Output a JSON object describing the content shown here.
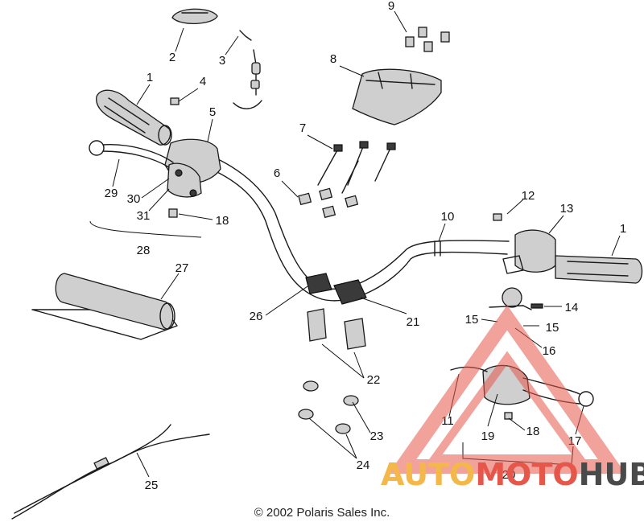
{
  "diagram": {
    "callouts": [
      {
        "id": "c1a",
        "label": "1"
      },
      {
        "id": "c2",
        "label": "2"
      },
      {
        "id": "c3",
        "label": "3"
      },
      {
        "id": "c4",
        "label": "4"
      },
      {
        "id": "c5",
        "label": "5"
      },
      {
        "id": "c6",
        "label": "6"
      },
      {
        "id": "c7",
        "label": "7"
      },
      {
        "id": "c8",
        "label": "8"
      },
      {
        "id": "c9",
        "label": "9"
      },
      {
        "id": "c10",
        "label": "10"
      },
      {
        "id": "c11",
        "label": "11"
      },
      {
        "id": "c12",
        "label": "12"
      },
      {
        "id": "c13",
        "label": "13"
      },
      {
        "id": "c1b",
        "label": "1"
      },
      {
        "id": "c14",
        "label": "14"
      },
      {
        "id": "c15a",
        "label": "15"
      },
      {
        "id": "c15b",
        "label": "15"
      },
      {
        "id": "c16",
        "label": "16"
      },
      {
        "id": "c17",
        "label": "17"
      },
      {
        "id": "c18a",
        "label": "18"
      },
      {
        "id": "c18b",
        "label": "18"
      },
      {
        "id": "c19",
        "label": "19"
      },
      {
        "id": "c20",
        "label": "20"
      },
      {
        "id": "c21",
        "label": "21"
      },
      {
        "id": "c22",
        "label": "22"
      },
      {
        "id": "c23",
        "label": "23"
      },
      {
        "id": "c24",
        "label": "24"
      },
      {
        "id": "c25",
        "label": "25"
      },
      {
        "id": "c26",
        "label": "26"
      },
      {
        "id": "c27",
        "label": "27"
      },
      {
        "id": "c28",
        "label": "28"
      },
      {
        "id": "c29",
        "label": "29"
      },
      {
        "id": "c30",
        "label": "30"
      },
      {
        "id": "c31",
        "label": "31"
      }
    ],
    "copyright": "© 2002 Polaris Sales Inc."
  },
  "watermark": {
    "part1": "AUTO",
    "part2": "MOTO",
    "part3": "HUB",
    "colors": {
      "auto": "#f3b74a",
      "moto": "#e6574b",
      "hub": "#4a4a4a",
      "triangle": "#e6574b"
    }
  }
}
